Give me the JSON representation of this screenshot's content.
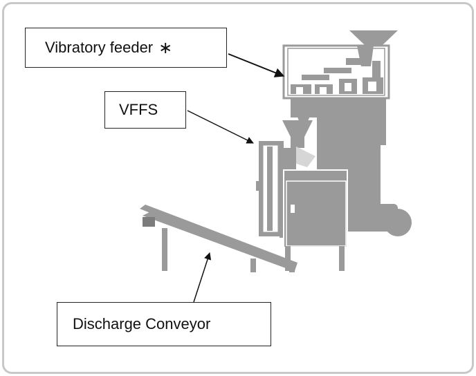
{
  "labels": {
    "vibratory_feeder": "Vibratory feeder",
    "feeder_asterisk": "∗",
    "vffs": "VFFS",
    "discharge_conveyor": "Discharge Conveyor"
  },
  "colors": {
    "machine": "#9a9a9a",
    "machine_dark": "#7c7c7c",
    "frame_border": "#c8c8c8",
    "arrow": "#111111"
  }
}
